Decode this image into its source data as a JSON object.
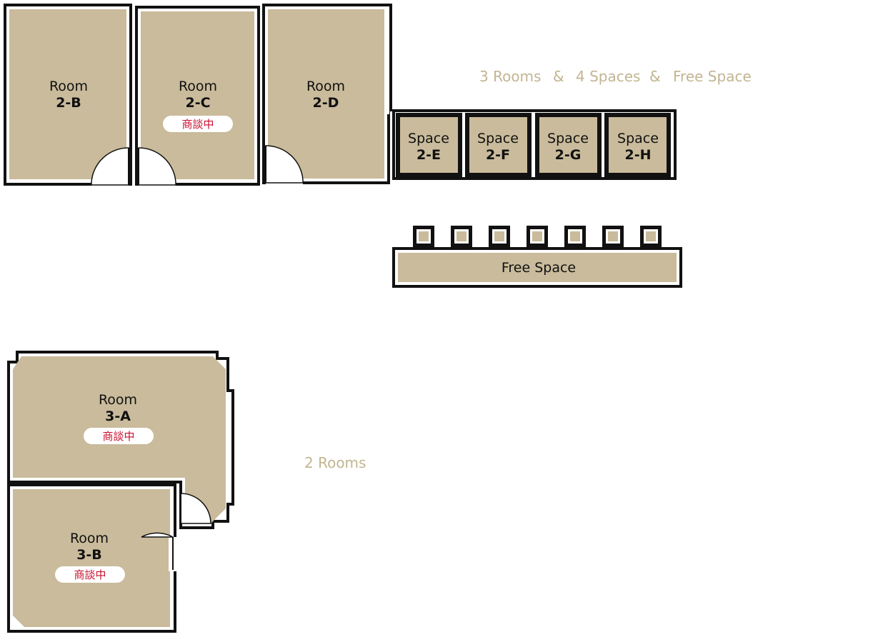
{
  "floor_2": {
    "summary": [
      "3 Rooms",
      "&",
      "4 Spaces",
      "&",
      "Free Space"
    ],
    "rooms": [
      {
        "id": "2-B",
        "label": "Room",
        "code": "2-B",
        "status": ""
      },
      {
        "id": "2-C",
        "label": "Room",
        "code": "2-C",
        "status": "商談中"
      },
      {
        "id": "2-D",
        "label": "Room",
        "code": "2-D",
        "status": ""
      }
    ],
    "spaces": [
      {
        "id": "2-E",
        "label": "Space",
        "code": "2-E"
      },
      {
        "id": "2-F",
        "label": "Space",
        "code": "2-F"
      },
      {
        "id": "2-G",
        "label": "Space",
        "code": "2-G"
      },
      {
        "id": "2-H",
        "label": "Space",
        "code": "2-H"
      }
    ],
    "free_space": {
      "label": "Free Space",
      "seat_count": 7
    }
  },
  "floor_3": {
    "summary": "2 Rooms",
    "rooms": [
      {
        "id": "3-A",
        "label": "Room",
        "code": "3-A",
        "status": "商談中"
      },
      {
        "id": "3-B",
        "label": "Room",
        "code": "3-B",
        "status": "商談中"
      }
    ]
  },
  "colors": {
    "room_fill": "#c9bb9b",
    "wall": "#111111",
    "summary_text": "#c3b593",
    "status_text": "#c8102e",
    "badge_fill": "#ffffff"
  }
}
